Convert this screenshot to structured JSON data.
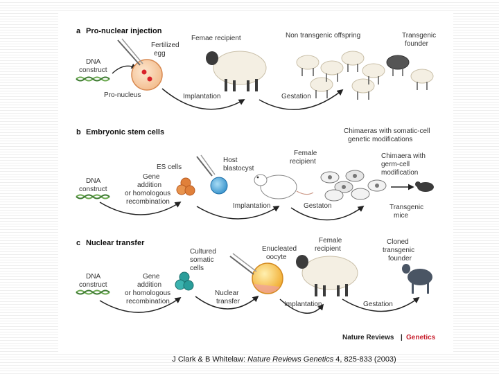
{
  "panels": {
    "a": {
      "letter": "a",
      "title": "Pro-nuclear injection",
      "labels": {
        "dna_1": "DNA",
        "dna_2": "construct",
        "fert_1": "Fertilized",
        "fert_2": "egg",
        "pronucleus": "Pro-nucleus",
        "female": "Femae recipient",
        "nontrans": "Non transgenic offspring",
        "founder_1": "Transgenic",
        "founder_2": "founder",
        "implant": "Implantation",
        "gest": "Gestation"
      }
    },
    "b": {
      "letter": "b",
      "title": "Embryonic stem cells",
      "labels": {
        "dna_1": "DNA",
        "dna_2": "construct",
        "gene_1": "Gene",
        "gene_2": "addition",
        "gene_3": "or homologous",
        "gene_4": "recombination",
        "es": "ES cells",
        "host_1": "Host",
        "host_2": "blastocyst",
        "female_1": "Female",
        "female_2": "recipient",
        "chim1_1": "Chimaeras with somatic-cell",
        "chim1_2": "genetic modifications",
        "chim2_1": "Chimaera with",
        "chim2_2": "germ-cell",
        "chim2_3": "modification",
        "implant": "Implantation",
        "gest": "Gestaton",
        "trans_1": "Transgenic",
        "trans_2": "mice"
      }
    },
    "c": {
      "letter": "c",
      "title": "Nuclear transfer",
      "labels": {
        "dna_1": "DNA",
        "dna_2": "construct",
        "gene_1": "Gene",
        "gene_2": "addition",
        "gene_3": "or homologous",
        "gene_4": "recombination",
        "cult_1": "Cultured",
        "cult_2": "somatic",
        "cult_3": "cells",
        "nuc_1": "Nuclear",
        "nuc_2": "transfer",
        "enuc_1": "Enucleated",
        "enuc_2": "oocyte",
        "female_1": "Female",
        "female_2": "recipient",
        "implant": "Implantation",
        "gest": "Gestation",
        "clone_1": "Cloned",
        "clone_2": "transgenic",
        "clone_3": "founder"
      }
    }
  },
  "publisher": {
    "name": "Nature Reviews",
    "separator": "|",
    "journal": "Genetics"
  },
  "citation": {
    "authors": "J Clark & B Whitelaw: ",
    "journal": "Nature Reviews Genetics",
    "details": " 4, 825-833 (2003)"
  },
  "colors": {
    "accent_red": "#c8202e",
    "es_orange": "#e0803a",
    "blastocyst_blue": "#3aa0d8",
    "somatic_teal": "#2a9d9a",
    "oocyte_yellow": "#f3b73a",
    "dna_green": "#6aa84f"
  }
}
